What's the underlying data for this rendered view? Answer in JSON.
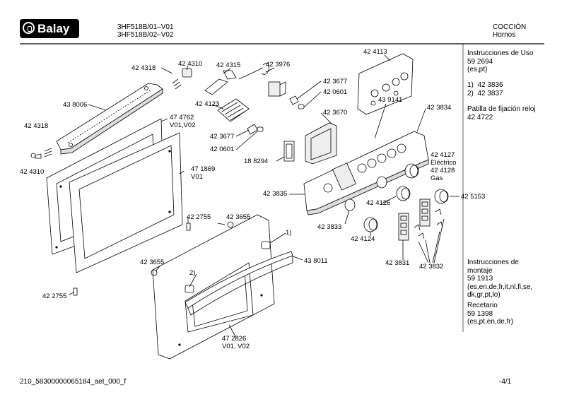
{
  "brand": "Balay",
  "header": {
    "model_line1": "3HF518B/01–V01",
    "model_line2": "3HF518B/02–V02",
    "category_line1": "COCCIÓN",
    "category_line2": "Hornos"
  },
  "sidebar": {
    "instructions_use": "Instrucciones de Uso\n59 2694\n(es,pt)",
    "variants": "1)  42 3836\n2)  42 3837",
    "clock_tab": "Patilla de fijación reloj\n42 4722",
    "mounting": "Instrucciones de\nmontaje\n59 1913\n(es,en,de,fr,it,nl,fi,se,\ndk,gr,pt,lo)",
    "recipe": "Recetario\n59 1398\n(es,pt,en,de,fr)"
  },
  "parts": [
    {
      "id": "p_424318a",
      "text": "42 4318"
    },
    {
      "id": "p_424310a",
      "text": "42 4310"
    },
    {
      "id": "p_424315",
      "text": "42 4315"
    },
    {
      "id": "p_423976",
      "text": "42 3976"
    },
    {
      "id": "p_424113",
      "text": "42 4113"
    },
    {
      "id": "p_438006",
      "text": "43 8006"
    },
    {
      "id": "p_424123",
      "text": "42 4123"
    },
    {
      "id": "p_423677a",
      "text": "42 3677"
    },
    {
      "id": "p_420601a",
      "text": "42 0601"
    },
    {
      "id": "p_423670",
      "text": "42 3670"
    },
    {
      "id": "p_439141",
      "text": "43 9141"
    },
    {
      "id": "p_423834",
      "text": "42 3834"
    },
    {
      "id": "p_424318b",
      "text": "42 4318"
    },
    {
      "id": "p_474762",
      "text": "47 4762\nV01,V02"
    },
    {
      "id": "p_423677b",
      "text": "42 3677"
    },
    {
      "id": "p_420601b",
      "text": "42 0601"
    },
    {
      "id": "p_424310b",
      "text": "42 4310"
    },
    {
      "id": "p_188294",
      "text": "18 8294"
    },
    {
      "id": "p_424127",
      "text": "42 4127\nEléctrico\n42 4128\nGas"
    },
    {
      "id": "p_471869",
      "text": "47 1869\nV01"
    },
    {
      "id": "p_423835",
      "text": "42 3835"
    },
    {
      "id": "p_425153",
      "text": "42 5153"
    },
    {
      "id": "p_424126",
      "text": "42 4126"
    },
    {
      "id": "p_422755a",
      "text": "42 2755"
    },
    {
      "id": "p_423655a",
      "text": "42 3655"
    },
    {
      "id": "p_423833",
      "text": "42 3833"
    },
    {
      "id": "p_mark1",
      "text": "1)"
    },
    {
      "id": "p_424124",
      "text": "42 4124"
    },
    {
      "id": "p_438011",
      "text": "43 8011"
    },
    {
      "id": "p_423831",
      "text": "42 3831"
    },
    {
      "id": "p_423832",
      "text": "42 3832"
    },
    {
      "id": "p_423655b",
      "text": "42 3655"
    },
    {
      "id": "p_mark2",
      "text": "2)"
    },
    {
      "id": "p_422755b",
      "text": "42 2755"
    },
    {
      "id": "p_472826",
      "text": "47 2826\nV01, V02"
    }
  ],
  "footer": {
    "doc_id": "210_58300000065184_aet_000_f",
    "page": "-4/1"
  }
}
